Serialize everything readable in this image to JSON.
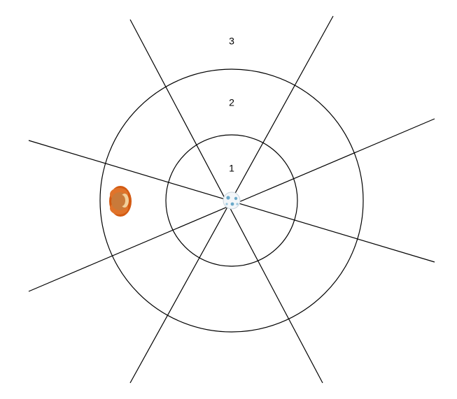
{
  "diagram": {
    "ring_labels": [
      "1",
      "2",
      "3"
    ],
    "ray_count": 8,
    "center_marker": {
      "icon": "ball-icon",
      "fill_color": "#f2f6f9",
      "spot_color": "#6aa9c9"
    },
    "agent_marker": {
      "icon": "walnut-icon",
      "colors": {
        "outer": "#d35a12",
        "mid": "#c97a3a",
        "highlight": "#f2cf9a"
      }
    },
    "stroke_color": "#000000"
  }
}
